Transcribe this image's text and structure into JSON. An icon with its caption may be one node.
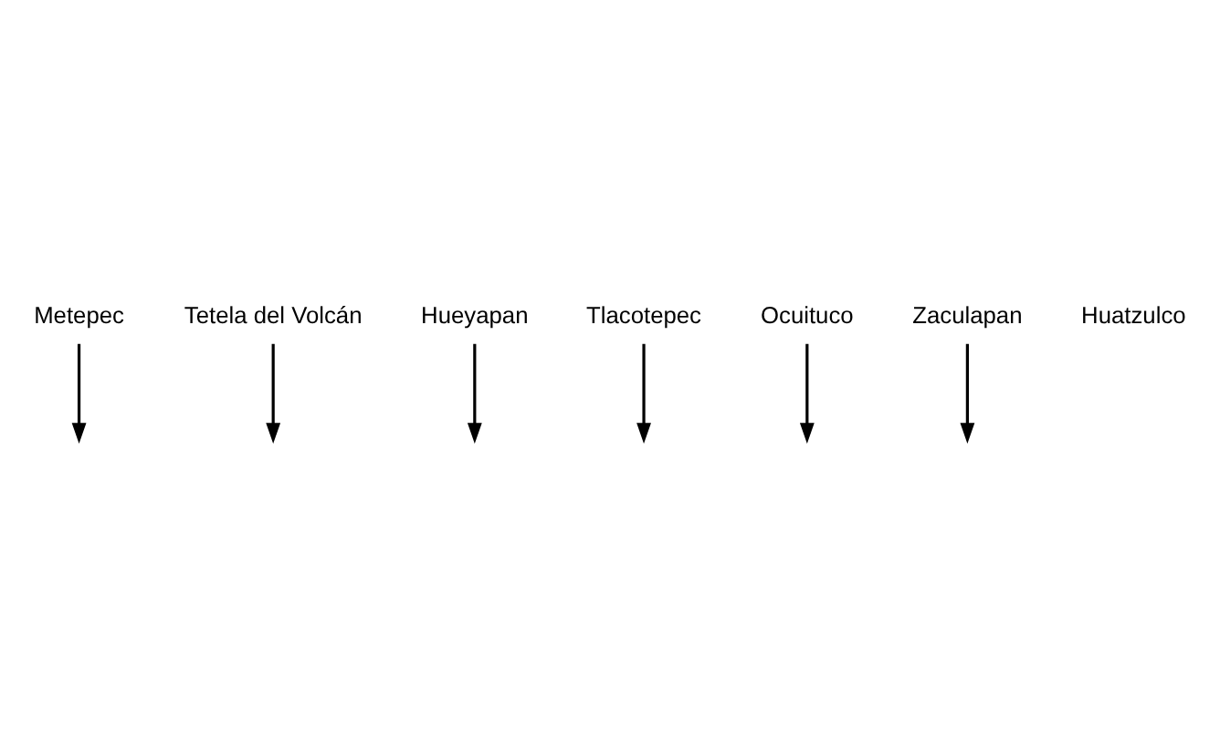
{
  "diagram": {
    "nodes": [
      {
        "text": [
          "Metepec"
        ]
      },
      {
        "text": [
          "Tetela del Volcán"
        ]
      },
      {
        "text": [
          "Hueyapan"
        ]
      },
      {
        "text": [
          "Tlacotepec"
        ]
      },
      {
        "text": [
          "Ocuituco"
        ]
      },
      {
        "text": [
          "Zaculapan"
        ]
      }
    ],
    "edges": [
      {
        "from": 4,
        "to": null,
        "arrow": "to"
      },
      {
        "from": 0,
        "to": null,
        "arrow": "to"
      },
      {
        "from": 1,
        "to": null,
        "arrow": "to"
      },
      {
        "from": 2,
        "to": null,
        "arrow": "to"
      },
      {
        "from": 3,
        "to": null,
        "arrow": "to"
      },
      {
        "from": 5,
        "to": null,
        "arrow": "to"
      }
    ],
    "labels": [
      "Huatzulco"
    ]
  }
}
